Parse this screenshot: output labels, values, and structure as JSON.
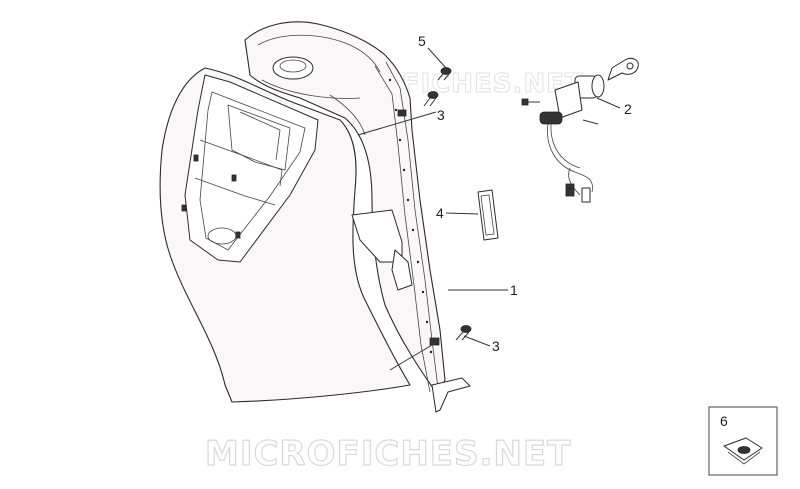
{
  "callouts": {
    "c1": "1",
    "c2": "2",
    "c3a": "3",
    "c3b": "3",
    "c4": "4",
    "c5": "5",
    "c6": "6"
  },
  "watermark": {
    "top": "MICROFICHES.NET",
    "bottom": "MICROFICHES.NET"
  }
}
